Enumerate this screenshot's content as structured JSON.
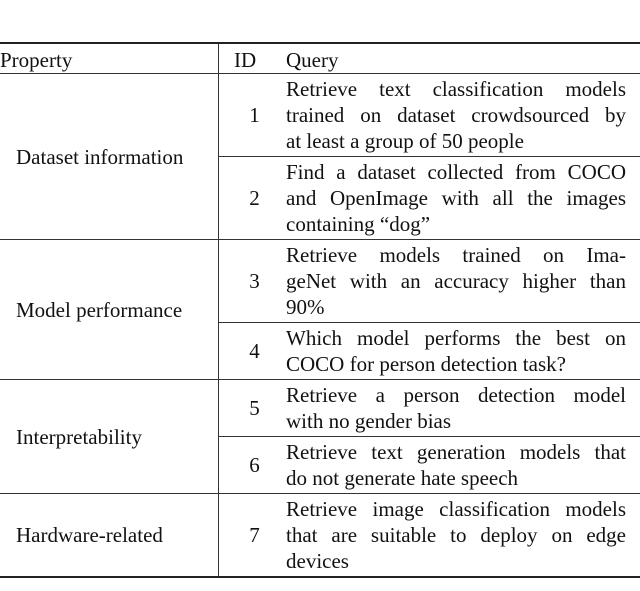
{
  "table": {
    "headers": {
      "property": "Property",
      "id": "ID",
      "query": "Query"
    },
    "groups": [
      {
        "property": "Dataset information",
        "rows": [
          {
            "id": "1",
            "query_lines": [
              "Retrieve text classification models",
              "trained on dataset crowdsourced by",
              "at least a group of 50 people"
            ]
          },
          {
            "id": "2",
            "query_lines": [
              "Find a dataset collected from COCO",
              "and OpenImage with all the images",
              "containing “dog”"
            ]
          }
        ]
      },
      {
        "property": "Model performance",
        "rows": [
          {
            "id": "3",
            "query_lines": [
              "Retrieve models trained on Ima-",
              "geNet with an accuracy higher than",
              "90%"
            ]
          },
          {
            "id": "4",
            "query_lines": [
              "Which model performs the best on",
              "COCO for person detection task?"
            ]
          }
        ]
      },
      {
        "property": "Interpretability",
        "rows": [
          {
            "id": "5",
            "query_lines": [
              "Retrieve a person detection model",
              "with no gender bias"
            ]
          },
          {
            "id": "6",
            "query_lines": [
              "Retrieve text generation models that",
              "do not generate hate speech"
            ]
          }
        ]
      },
      {
        "property": "Hardware-related",
        "rows": [
          {
            "id": "7",
            "query_lines": [
              "Retrieve image classification models",
              "that are suitable to deploy on edge",
              "devices"
            ]
          }
        ]
      }
    ]
  }
}
